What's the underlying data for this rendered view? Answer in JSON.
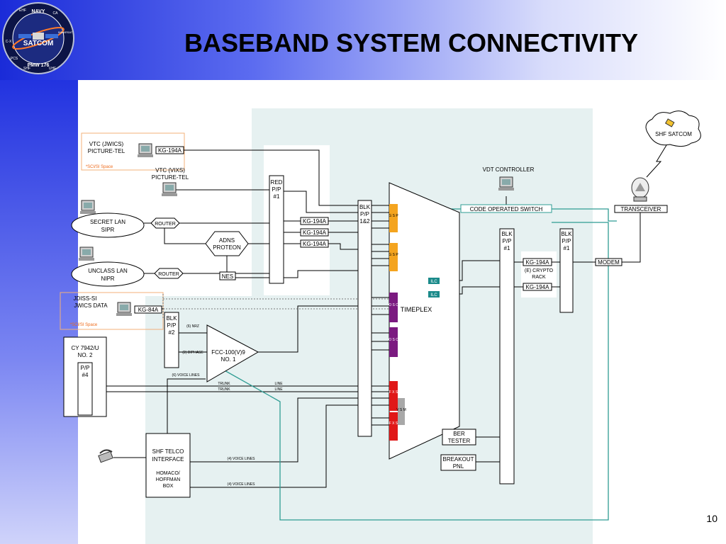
{
  "header": {
    "title": "BASEBAND SYSTEM CONNECTIVITY",
    "page_number": "10",
    "logo": {
      "name": "satcom-logo",
      "text": [
        "NAVY",
        "SATCOM",
        "PMW 176",
        "EHF",
        "SHF",
        "UHF",
        "CA",
        "C-X",
        "PCS",
        "INMARSAT"
      ]
    }
  },
  "diagram": {
    "suite_title": "SHF BASEBAND SUITE",
    "labels": {
      "vtc_jwics": "VTC (JWICS)",
      "picture_tel_1": "PICTURE-TEL",
      "kg194a_1": "KG-194A",
      "sci_space_1": "*SCI/SI Space",
      "vtc_vixs": "VTC (VIXS)",
      "picture_tel_2": "PICTURE-TEL",
      "secret_lan_1": "SECRET LAN",
      "secret_lan_2": "SIPR",
      "router_1": "ROUTER",
      "adns_1": "ADNS",
      "adns_2": "PROTEON",
      "unclass_lan_1": "UNCLASS LAN",
      "unclass_lan_2": "NIPR",
      "router_2": "ROUTER",
      "nes": "NES",
      "red_pp_1": "RED",
      "red_pp_2": "P/P",
      "red_pp_3": "#1",
      "kg194a_2": "KG-194A",
      "kg194a_3": "KG-194A",
      "kg194a_4": "KG-194A",
      "blk_pp_main_1": "BLK",
      "blk_pp_main_2": "P/P",
      "blk_pp_main_3": "1&2",
      "jdiss_1": "JDISS-SI",
      "jdiss_2": "JWICS DATA",
      "kg84a": "KG-84A",
      "sci_space_2": "*SCI/SI Space",
      "blk_pp2_1": "BLK",
      "blk_pp2_2": "P/P",
      "blk_pp2_3": "#2",
      "nrz": "(6) NRZ",
      "diphase": "(2)  DIPHASE",
      "fcc_1": "FCC-100(V)9",
      "fcc_2": "NO. 1",
      "voice_lines_6": "(6) VOICE LINES",
      "cy7942_1": "CY 7942/U",
      "cy7942_2": "NO. 2",
      "pp4_1": "P/P",
      "pp4_2": "#4",
      "trunk_1": "TRUNK",
      "trunk_2": "TRUNK",
      "line_1": "LINE",
      "line_2": "LINE",
      "shf_telco_1": "SHF TELCO",
      "shf_telco_2": "INTERFACE",
      "homaco_1": "HOMACO/",
      "homaco_2": "HOFFMAN",
      "homaco_3": "BOX",
      "voice_lines_4a": "(4) VOICE LINES",
      "voice_lines_4b": "(4) VOICE LINES",
      "timeplex": "TIMEPLEX",
      "gsp_1": "G S P",
      "gsp_2": "G S P",
      "osc_1": "O S C",
      "osc_2": "O S C",
      "fxs_1": "F X S",
      "fxs_2": "F X S",
      "vsm": "V S M",
      "ilc_1": "ILC",
      "ilc_2": "ILC",
      "vdt_controller": "VDT CONTROLLER",
      "code_switch": "CODE OPERATED SWITCH",
      "blk_pp1_1": "BLK",
      "blk_pp1_2": "P/P",
      "blk_pp1_3": "#1",
      "kg194a_5": "KG-194A",
      "crypto_rack_1": "(E) CRYPTO",
      "crypto_rack_2": "RACK",
      "kg194a_6": "KG-194A",
      "blk_pp1b_1": "BLK",
      "blk_pp1b_2": "P/P",
      "blk_pp1b_3": "#1",
      "modem": "MODEM",
      "transceiver": "TRANSCEIVER",
      "shf_satcom": "SHF SATCOM",
      "ber_tester_1": "BER",
      "ber_tester_2": "TESTER",
      "breakout_1": "BREAKOUT",
      "breakout_2": "PNL"
    },
    "colors": {
      "suite_bg": "#e6f1f1",
      "white_panel": "#ffffff",
      "teal_line": "#2f9c93",
      "gsp_card": "#f4a41f",
      "osc_card": "#7b1a80",
      "fxs_card": "#e01818",
      "vsm_card": "#a8a8a8",
      "ilc_tag": "#1a8a8a",
      "sci_box": "#f3b07a"
    }
  }
}
